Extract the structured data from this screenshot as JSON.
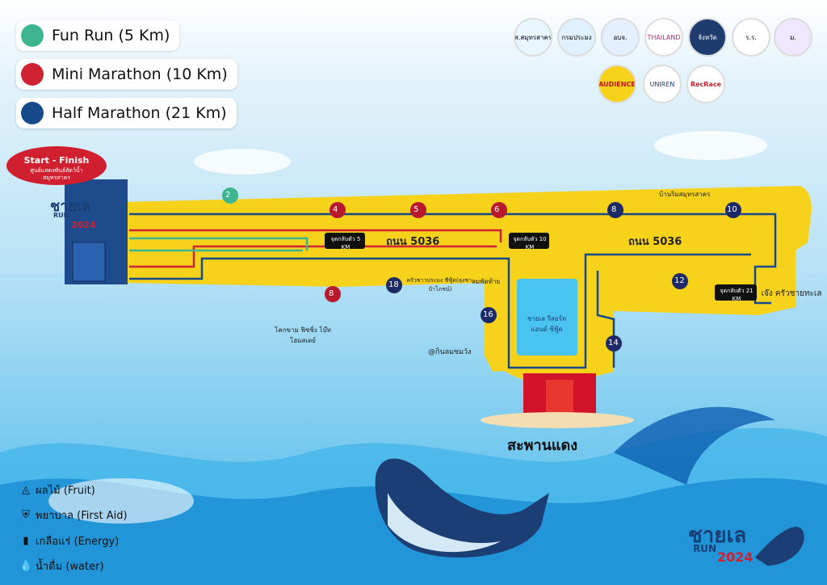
{
  "legend": [
    {
      "label": "Fun Run (5 Km)",
      "color": "#3db58f"
    },
    {
      "label": "Mini Marathon (10 Km)",
      "color": "#cf2233"
    },
    {
      "label": "Half Marathon (21 Km)",
      "color": "#174a8a"
    }
  ],
  "start_finish": {
    "title": "Start - Finish",
    "sub1": "ศูนย์แสดงพันธ์สัตว์น้ำ",
    "sub2": "สมุทรสาคร"
  },
  "brand": {
    "word": "ชายเล",
    "run": "RUN",
    "year": "2024"
  },
  "roads": {
    "road1": "ถนน 5036",
    "road2": "ถนน 5036"
  },
  "turns": {
    "t5": "จุดกลับตัว 5 KM",
    "t10": "จุดกลับตัว 10 KM",
    "t21": "จุดกลับตัว 21 KM"
  },
  "stations": [
    "2",
    "4",
    "5",
    "6",
    "8",
    "10",
    "12",
    "14",
    "16",
    "18",
    "8"
  ],
  "places": {
    "resort_top": "บ้านริมสมุทรสาคร",
    "hotel": "โคกขาม ฟิชชิ่ง โบ๊ท โฮมสเตย์",
    "rest1": "ครัวชาวประมง ซีฟู้ด(ลุงชา-ป้าโภชน์)",
    "rest2": "ลมพัดท้าย",
    "rest3": "@กินลมชมวัง",
    "resort_mid": "ชายเล รีสอร์ท แอนด์ ซีฟู้ด",
    "seafood": "เจ๊ง ครัวชายทะเล",
    "bridge": "สะพานแดง"
  },
  "key": [
    {
      "icon": "fruit-icon",
      "sym": "◬",
      "label": "ผลไม้ (Fruit)"
    },
    {
      "icon": "first-aid-icon",
      "sym": "⛨",
      "label": "พยาบาล (First Aid)"
    },
    {
      "icon": "energy-icon",
      "sym": "▮",
      "label": "เกลือแร่ (Energy)"
    },
    {
      "icon": "water-icon",
      "sym": "💧",
      "label": "น้ำดื่ม (water)"
    }
  ],
  "sponsors": [
    "ส.สมุทรสาคร",
    "กรมประมง",
    "อบจ.",
    "THAILAND",
    "จังหวัด",
    "ร.ร.",
    "ม.",
    "AUDIENCE",
    "UNIREN",
    "RecRace"
  ],
  "colors": {
    "road": "#f6d21a",
    "fun": "#3db58f",
    "mini": "#cf2233",
    "half": "#174a8a",
    "station": "#1e2a66",
    "redstation": "#b8192c"
  }
}
